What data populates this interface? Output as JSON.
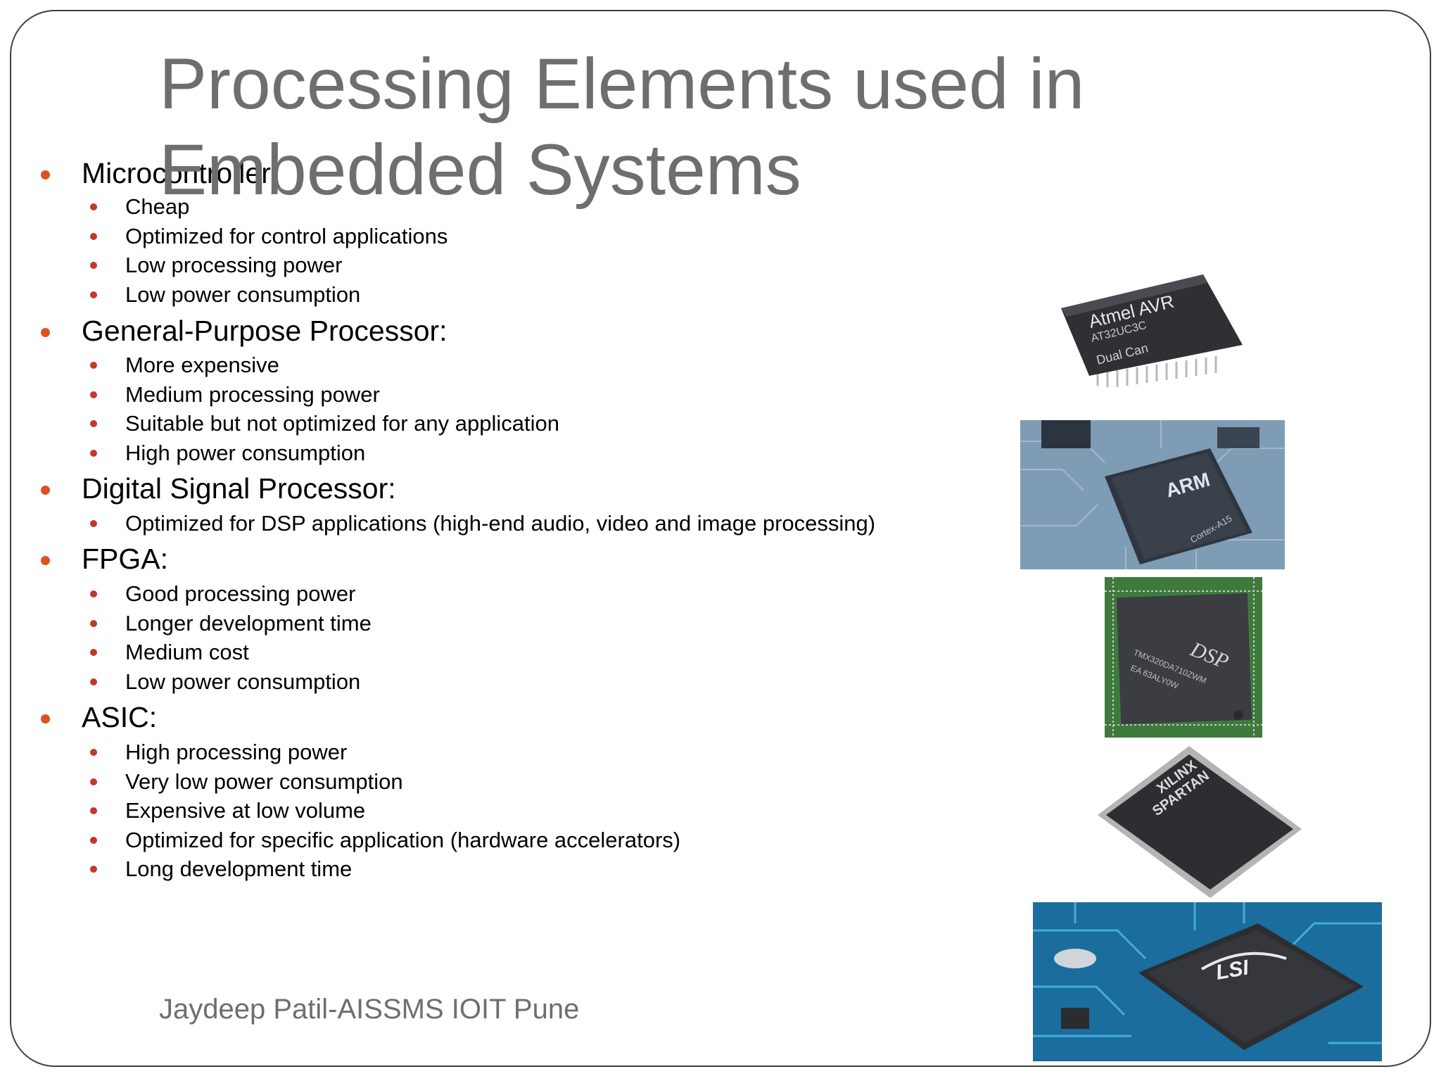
{
  "slide": {
    "title": "Processing Elements used in Embedded Systems",
    "footer": "Jaydeep Patil-AISSMS IOIT Pune"
  },
  "sections": [
    {
      "heading": "Microcontroller:",
      "points": [
        "Cheap",
        "Optimized for control applications",
        "Low processing power",
        "Low power consumption"
      ]
    },
    {
      "heading": "General-Purpose Processor:",
      "points": [
        "More expensive",
        "Medium processing power",
        "Suitable but not optimized for any application",
        "High power consumption"
      ]
    },
    {
      "heading": "Digital Signal Processor:",
      "points": [
        "Optimized for DSP applications (high-end audio, video and image processing)"
      ]
    },
    {
      "heading": "FPGA:",
      "points": [
        "Good processing power",
        "Longer development time",
        "Medium cost",
        "Low power consumption"
      ]
    },
    {
      "heading": "ASIC:",
      "points": [
        "High processing power",
        "Very low power consumption",
        "Expensive at low volume",
        "Optimized for specific application (hardware accelerators)",
        "Long development time"
      ]
    }
  ],
  "images": {
    "atmel": {
      "brand": "Atmel AVR",
      "model": "AT32UC3C",
      "line": "Dual Can"
    },
    "arm": {
      "brand": "ARM",
      "model": "Cortex-A15"
    },
    "dsp": {
      "brand": "DSP",
      "model": "TMX320DA710ZWM",
      "line": "EA 63ALY0W"
    },
    "xilinx": {
      "brand": "XILINX",
      "line": "SPARTAN"
    },
    "lsi": {
      "brand": "LSI"
    }
  },
  "colors": {
    "title": "#6e6e6e",
    "bullet_level1": "#d9541e",
    "bullet_level2": "#c0392b",
    "frame": "#3f3f3f"
  }
}
